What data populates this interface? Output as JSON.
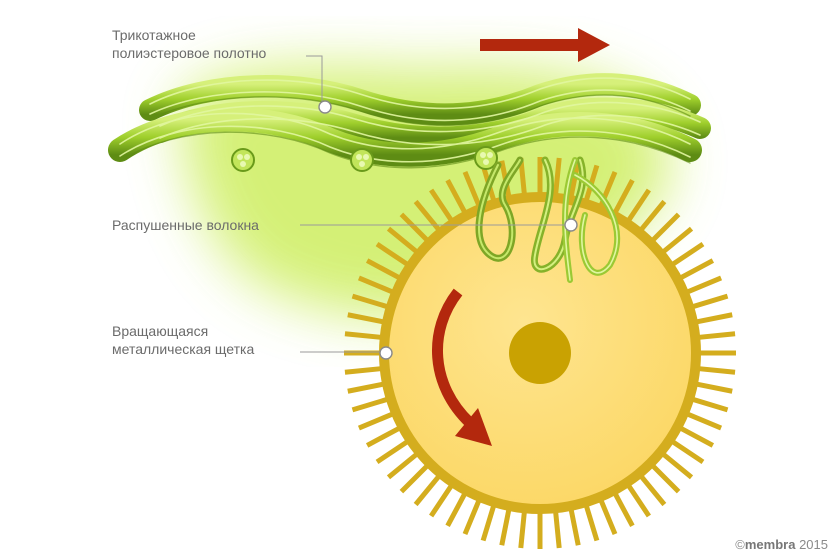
{
  "labels": {
    "fabric": [
      "Трикотажное",
      "полиэстеровое полотно"
    ],
    "fibers": "Распушенные волокна",
    "brush": [
      "Вращающаяся",
      "металлическая щетка"
    ]
  },
  "copyright": {
    "symbol": "©",
    "brand": "membr",
    "brand_end": "a",
    "year": "2015"
  },
  "colors": {
    "glow": "#c8ec5a",
    "fiber_light": "#b4dc3c",
    "fiber_dark": "#6a9a1a",
    "brush_fill": "#fddd70",
    "brush_rim": "#d4ad1e",
    "brush_hub": "#c9a202",
    "arrow": "#b3280d"
  }
}
